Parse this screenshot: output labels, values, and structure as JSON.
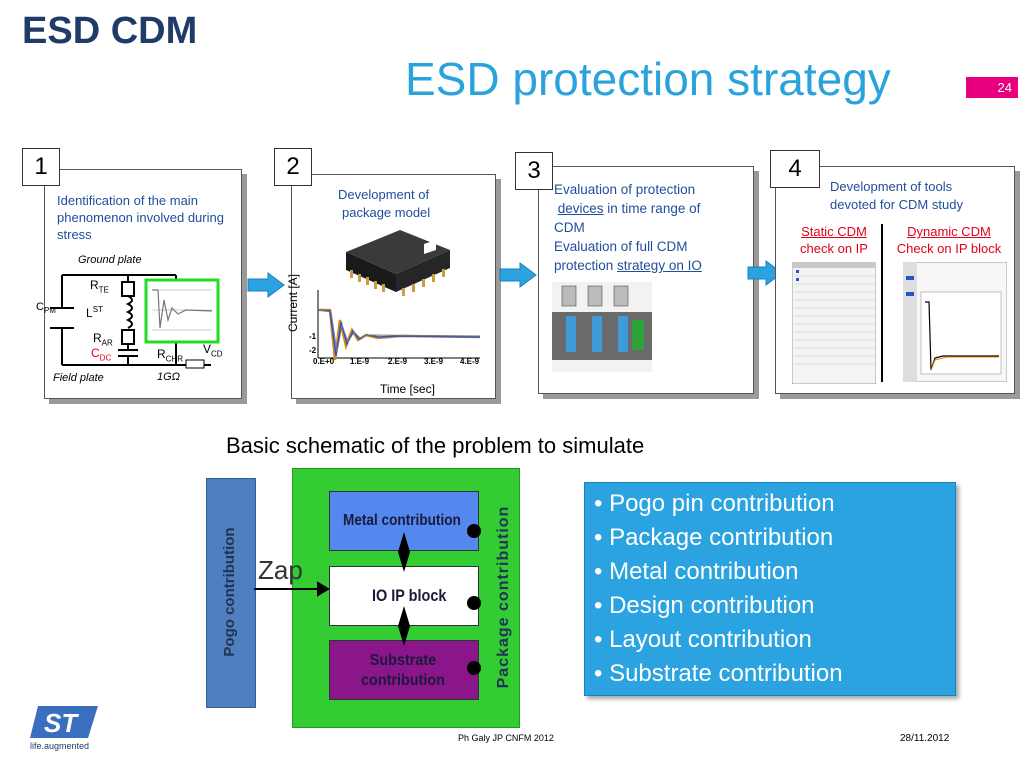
{
  "header": {
    "title": "ESD CDM",
    "subtitle": "ESD protection strategy",
    "page_number": "24"
  },
  "panels": [
    {
      "number": "1",
      "text": "Identification of the main phenomenon involved during stress",
      "labels": {
        "ground_plate": "Ground  plate",
        "field_plate": "Field plate",
        "cpm": "C",
        "cpm_sub": "PM",
        "rte": "R",
        "rte_sub": "TE",
        "lst": "L",
        "lst_sub": "ST",
        "rar": "R",
        "rar_sub": "AR",
        "cdc": "C",
        "cdc_sub": "DC",
        "rchr": "R",
        "rchr_sub": "CHR",
        "vcd": "V",
        "vcd_sub": "CD",
        "one_g": "1GΩ"
      }
    },
    {
      "number": "2",
      "text_line1": "Development of",
      "text_line2": "package model",
      "y_axis": "Current [A]",
      "x_axis": "Time [sec]",
      "tick_x": [
        "0.E+0",
        "1.E-9",
        "2.E-9",
        "3.E-9",
        "4.E-9"
      ],
      "tick_y": [
        "-1",
        "-2"
      ]
    },
    {
      "number": "3",
      "line1": "Evaluation of protection",
      "line2_link": "devices",
      "line2_rest": " in time range of",
      "line3": "CDM",
      "line4": "Evaluation of full CDM",
      "line5_pre": "protection ",
      "line5_link": "strategy on IO"
    },
    {
      "number": "4",
      "line1": "Development of tools",
      "line2": "devoted for CDM study",
      "static_l1": "Static CDM",
      "static_l2": "check on IP",
      "dynamic_l1": "Dynamic CDM",
      "dynamic_l2": "Check on IP block"
    }
  ],
  "schematic": {
    "caption": "Basic schematic of the problem to simulate",
    "pogo": "Pogo contribution",
    "package": "Package contribution",
    "metal": "Metal contribution",
    "io": "IO IP block",
    "substrate": "Substrate contribution",
    "zap": "Zap"
  },
  "bullets": [
    "• Pogo pin contribution",
    "• Package contribution",
    "• Metal contribution",
    "• Design contribution",
    "• Layout contribution",
    "• Substrate contribution"
  ],
  "footer": {
    "author": "Ph Galy JP CNFM 2012",
    "date": "28/11.2012",
    "logo_text": "life.augmented"
  },
  "colors": {
    "title_dark": "#1f3b68",
    "title_light": "#2aa3dc",
    "badge": "#e6007e",
    "arrow": "#2aa3e0",
    "green_block": "#33cc33",
    "metal_block": "#5588ee",
    "substrate_block": "#8b168b",
    "pogo_block": "#4f7fbf"
  }
}
